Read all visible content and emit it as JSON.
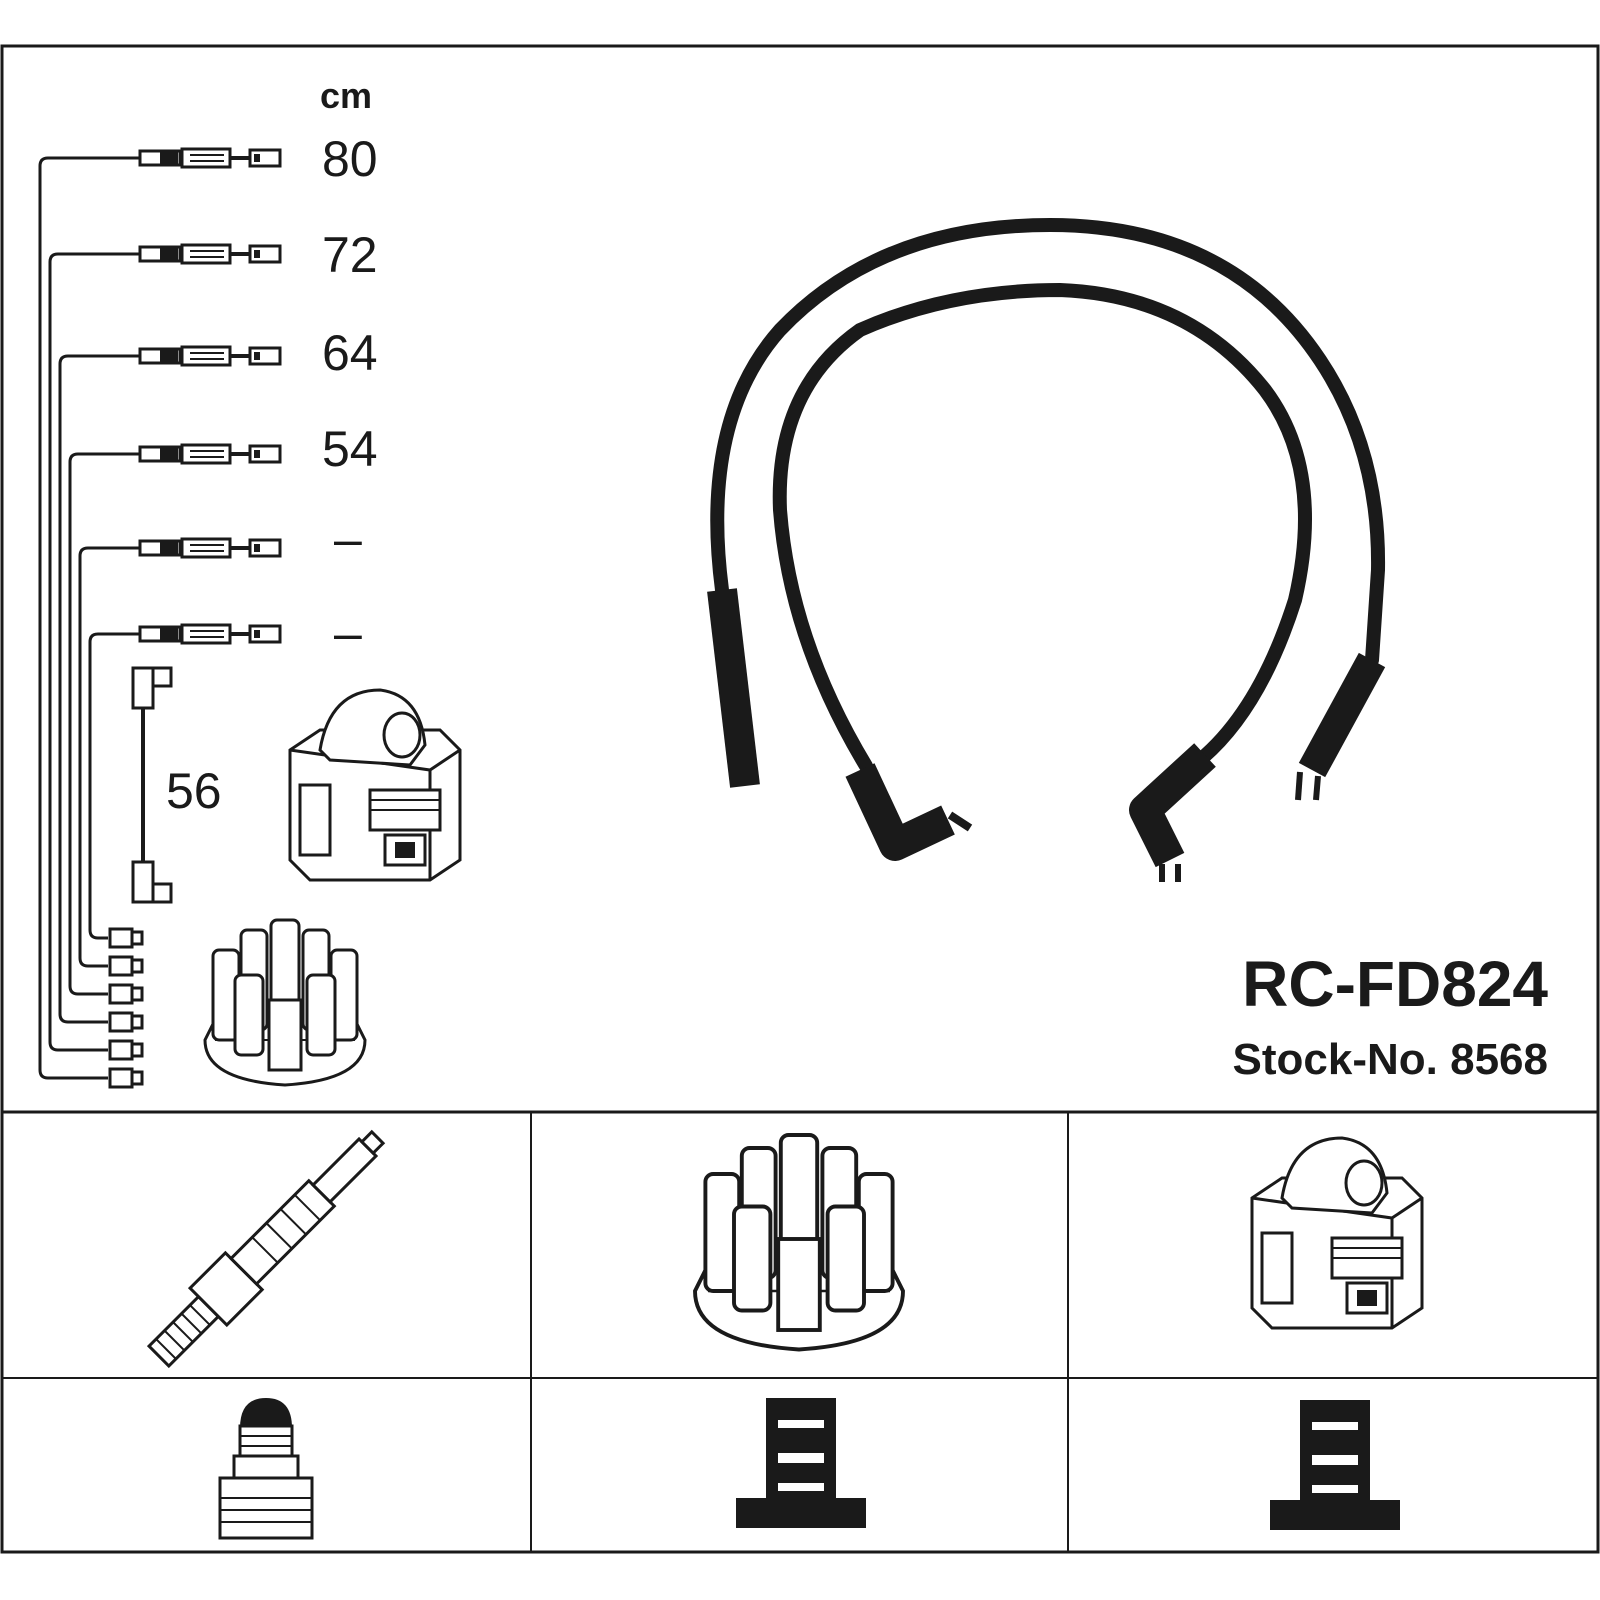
{
  "unit": "cm",
  "wire_lengths": [
    "80",
    "72",
    "64",
    "54",
    "–",
    "–"
  ],
  "coil_lead_length": "56",
  "part_number": "RC-FD824",
  "stock_number": "Stock-No. 8568",
  "components": {
    "panel_1": "spark-plug-icon",
    "panel_2": "distributor-cap-icon",
    "panel_3": "ignition-coil-icon",
    "terminal_1": "plug-terminal-icon",
    "terminal_2": "cap-terminal-icon",
    "terminal_3": "coil-terminal-icon"
  },
  "colors": {
    "line": "#1a1a1a",
    "background": "#ffffff"
  }
}
